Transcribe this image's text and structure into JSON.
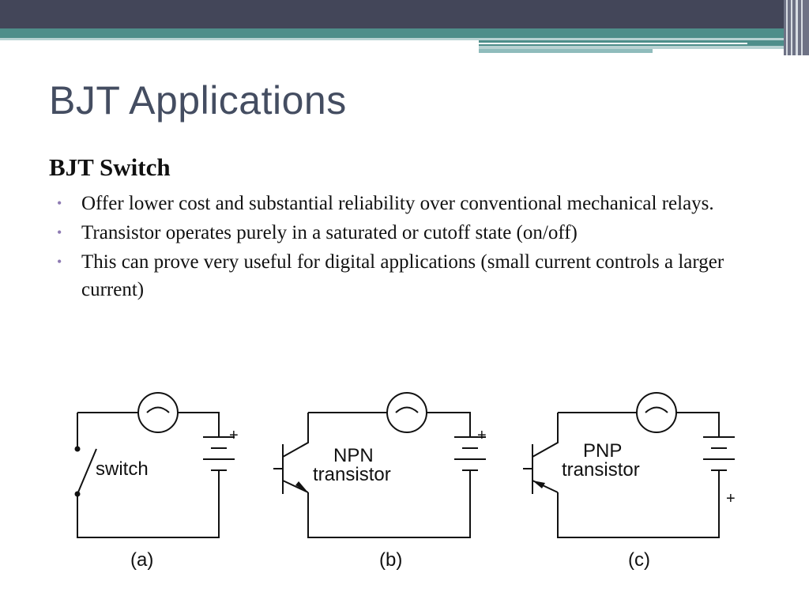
{
  "slide": {
    "title": "BJT Applications",
    "subtitle": "BJT Switch",
    "bullets": [
      "Offer lower cost and substantial reliability over conventional mechanical relays.",
      "Transistor operates purely in a saturated or cutoff state (on/off)",
      "This can prove very useful for digital applications (small current controls a larger current)"
    ],
    "bullet_marker": "•"
  },
  "figure": {
    "circuit_a": {
      "label": "switch",
      "caption": "(a)",
      "plus": "+"
    },
    "circuit_b": {
      "label_line1": "NPN",
      "label_line2": "transistor",
      "caption": "(b)",
      "plus": "+"
    },
    "circuit_c": {
      "label_line1": "PNP",
      "label_line2": "transistor",
      "caption": "(c)",
      "plus": "+"
    }
  },
  "colors": {
    "header_dark": "#434659",
    "header_teal": "#4e8e8a",
    "header_light": "#b8d2d2",
    "title": "#444d61",
    "bullet": "#8e7bb3"
  }
}
